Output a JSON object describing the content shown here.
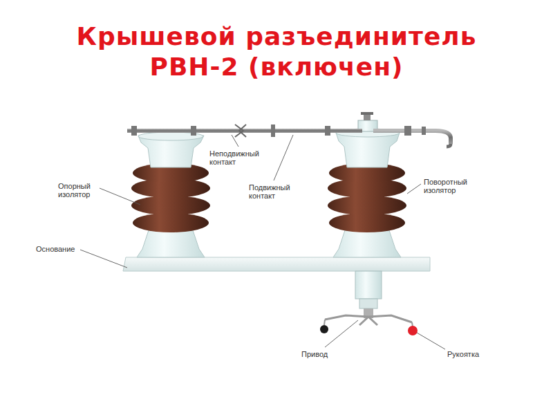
{
  "diagram": {
    "title": "Крышевой разъединитель РВН-2 (включен)",
    "labels": [
      "Неподвижный контакт",
      "Подвижный контакт",
      "Опорный изолятор",
      "Поворотный изолятор",
      "Основание",
      "Привод",
      "Рукоятка"
    ]
  }
}
